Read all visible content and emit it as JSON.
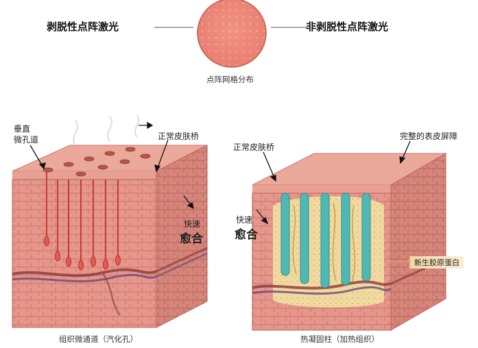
{
  "titles": {
    "left": "剥脱性点阵激光",
    "right": "非剥脱性点阵激光"
  },
  "center": {
    "caption": "点阵网格分布"
  },
  "left_labels": {
    "vertical_channel": "垂直\n微孔道",
    "normal_bridge": "正常皮肤桥",
    "fast": "快速",
    "heal": "愈合",
    "bottom_caption": "组织微通道（汽化孔）"
  },
  "right_labels": {
    "normal_bridge": "正常皮肤桥",
    "intact_barrier": "完整的表皮屏障",
    "fast": "快速",
    "heal": "愈合",
    "new_collagen": "新生胶原蛋白",
    "bottom_caption": "热凝固柱（加热组织）"
  },
  "colors": {
    "skin_top": "#e9a89a",
    "skin_front": "#e3958a",
    "skin_side": "#d27f74",
    "laser_red": "#e85a4f",
    "laser_teal": "#5fc7c4",
    "collagen": "#f0d79b"
  }
}
